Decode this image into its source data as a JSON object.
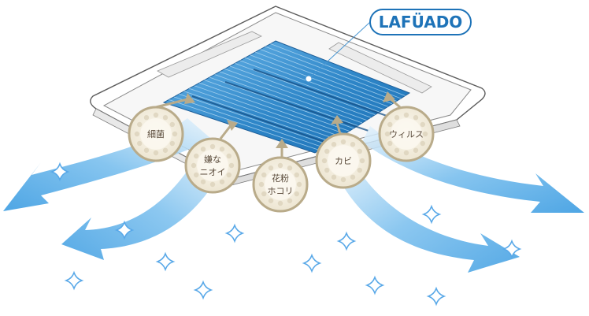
{
  "logo": {
    "text": "LAFÜADO",
    "color": "#1e73b8"
  },
  "contaminants": [
    {
      "id": "bacteria",
      "lines": [
        "細菌"
      ]
    },
    {
      "id": "odor",
      "lines": [
        "嫌な",
        "ニオイ"
      ]
    },
    {
      "id": "pollen-dust",
      "lines": [
        "花粉",
        "ホコリ"
      ]
    },
    {
      "id": "mold",
      "lines": [
        "カビ"
      ]
    },
    {
      "id": "virus",
      "lines": [
        "ウィルス"
      ]
    }
  ],
  "colors": {
    "filter_blue": "#2e86c8",
    "filter_light": "#8cc6ec",
    "airflow_blue": "#5aaee6",
    "airflow_pale": "#d6ecfa",
    "badge_fill": "#f3efe4",
    "badge_border": "#b9ab8a",
    "badge_text": "#5a4a3a",
    "panel_outline": "#5c5c5c",
    "sparkle": "#58a8e8"
  },
  "icons": {
    "sparkle": "sparkle-icon",
    "up_arrow": "up-arrow-icon"
  }
}
